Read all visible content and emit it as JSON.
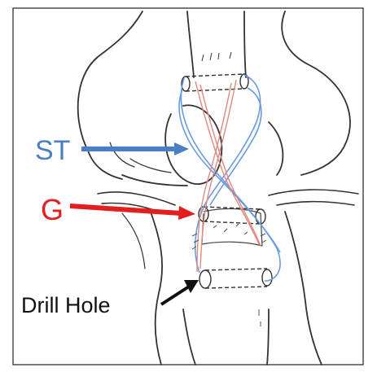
{
  "labels": {
    "st": "ST",
    "g": "G",
    "drill_hole": "Drill Hole"
  },
  "colors": {
    "st": "#4a7fc4",
    "g": "#e21e1e",
    "drill_hole": "#111111",
    "sketch": "#333333",
    "st_graft": "#6a9be0",
    "g_graft": "#e08a80"
  }
}
